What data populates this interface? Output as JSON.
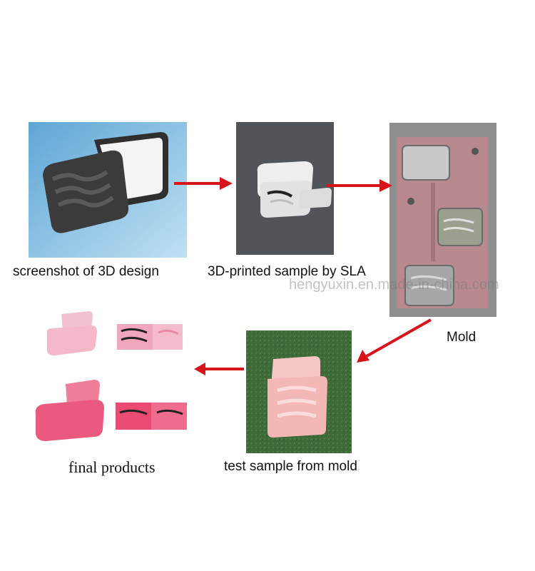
{
  "steps": [
    {
      "caption": "screenshot of 3D design"
    },
    {
      "caption": "3D-printed sample by SLA"
    },
    {
      "caption": "Mold"
    },
    {
      "caption": "test sample from mold"
    },
    {
      "caption": "final products"
    }
  ],
  "watermark": "hengyuxin.en.made-in-china.com",
  "colors": {
    "arrow": "#d7141a",
    "case_dark": "#3b3b3b",
    "case_pink": "#f2a4b8",
    "case_hotpink": "#ea5a7e",
    "grass": "#3f6a3a",
    "mold_pink": "#b88a8f"
  }
}
